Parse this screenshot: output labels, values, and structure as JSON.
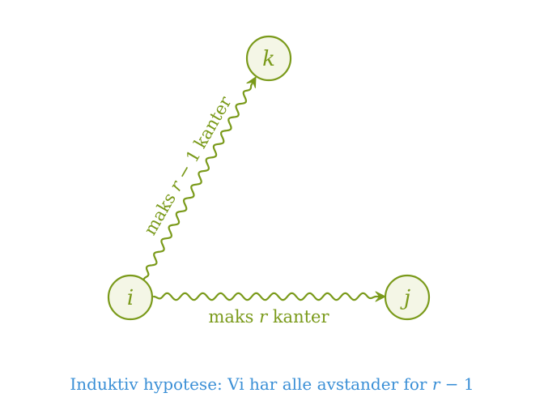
{
  "nodes": {
    "i": {
      "label": "i"
    },
    "j": {
      "label": "j"
    },
    "k": {
      "label": "k"
    }
  },
  "edges": {
    "i_to_k": {
      "prefix": "maks ",
      "var": "r",
      "suffix": " − 1 kanter"
    },
    "i_to_j": {
      "prefix": "maks ",
      "var": "r",
      "suffix": " kanter"
    }
  },
  "caption": {
    "prefix": "Induktiv hypotese: Vi har alle avstander for ",
    "var": "r",
    "suffix": " − 1"
  },
  "colors": {
    "node_stroke": "#7a9a1a",
    "node_fill": "#f4f6e6",
    "caption": "#3a8fd6"
  }
}
